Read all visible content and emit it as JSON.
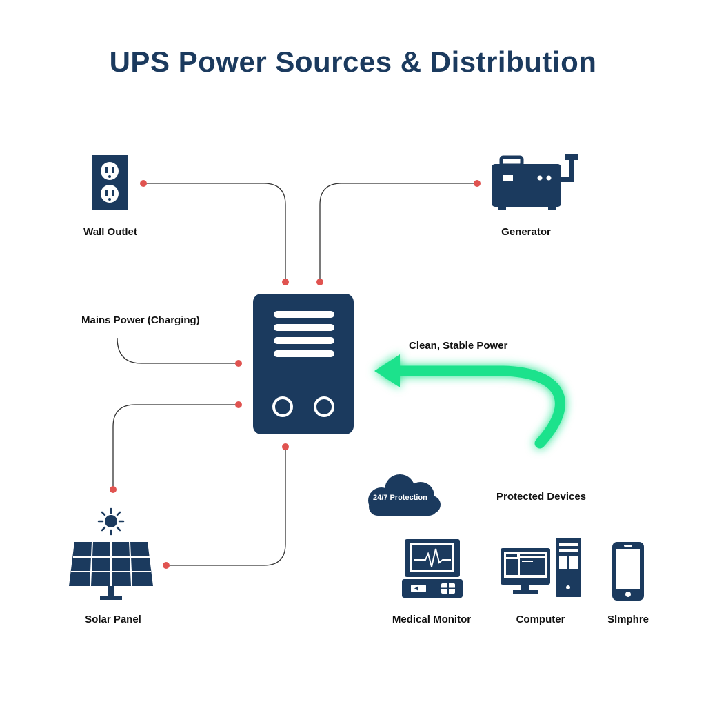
{
  "title": "UPS Power Sources & Distribution",
  "sources": {
    "wall_outlet": "Wall Outlet",
    "generator": "Generator",
    "solar_panel": "Solar Panel"
  },
  "annotations": {
    "mains_power": "Mains Power (Charging)",
    "clean_power": "Clean, Stable Power",
    "protection_cloud": "24/7 Protection",
    "protected_devices": "Protected Devices"
  },
  "devices": {
    "medical_monitor": "Medical Monitor",
    "computer": "Computer",
    "smartphone": "Slmphre"
  },
  "colors": {
    "navy": "#1b3a5e",
    "connector_dot": "#e05350",
    "power_arrow": "#1de28c",
    "line": "#333333"
  }
}
